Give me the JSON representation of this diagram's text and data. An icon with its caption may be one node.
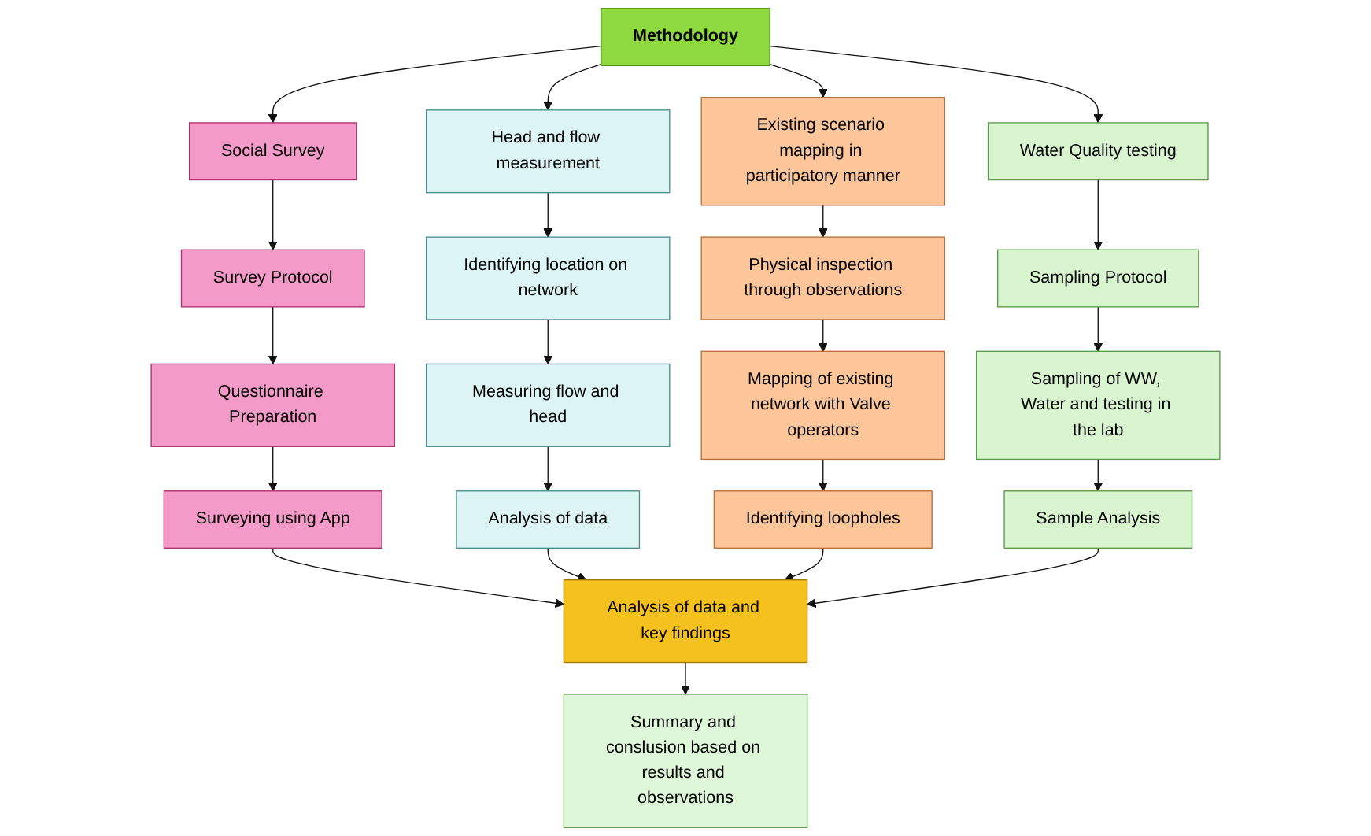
{
  "diagram": {
    "nodes": [
      {
        "text": [
          "Methodology"
        ]
      },
      {
        "text": [
          "Social Survey"
        ]
      },
      {
        "text": [
          "Head and flow measurement"
        ]
      },
      {
        "text": [
          "Existing scenario mapping in participatory manner"
        ]
      },
      {
        "text": [
          "Water Quality testing"
        ]
      },
      {
        "text": [
          "Survey Protocol"
        ]
      },
      {
        "text": [
          "Identifying location on network"
        ]
      },
      {
        "text": [
          "Physical inspection through observations"
        ]
      },
      {
        "text": [
          "Sampling Protocol"
        ]
      },
      {
        "text": [
          "Questionnaire Preparation"
        ]
      },
      {
        "text": [
          "Measuring flow and head"
        ]
      },
      {
        "text": [
          "Mapping of existing network with Valve operators"
        ]
      },
      {
        "text": [
          "Sampling of WW, Water and testing in the lab"
        ]
      },
      {
        "text": [
          "Surveying using App"
        ]
      },
      {
        "text": [
          "Analysis of data"
        ]
      },
      {
        "text": [
          "Identifying loopholes"
        ]
      },
      {
        "text": [
          "Sample Analysis"
        ]
      },
      {
        "text": [
          "Analysis of data and key findings"
        ]
      },
      {
        "text": [
          "Summary and conslusion based on results and observations"
        ]
      }
    ],
    "edges": [
      {
        "from": 0,
        "to": 1,
        "arrow": "to"
      },
      {
        "from": 0,
        "to": 2,
        "arrow": "to"
      },
      {
        "from": 0,
        "to": 3,
        "arrow": "to"
      },
      {
        "from": 0,
        "to": 4,
        "arrow": "to"
      },
      {
        "from": 1,
        "to": 5,
        "arrow": "to"
      },
      {
        "from": 2,
        "to": 6,
        "arrow": "to"
      },
      {
        "from": 3,
        "to": 7,
        "arrow": "to"
      },
      {
        "from": 4,
        "to": 8,
        "arrow": "to"
      },
      {
        "from": 5,
        "to": 9,
        "arrow": "to"
      },
      {
        "from": 6,
        "to": 10,
        "arrow": "to"
      },
      {
        "from": 7,
        "to": 11,
        "arrow": "to"
      },
      {
        "from": 8,
        "to": 12,
        "arrow": "to"
      },
      {
        "from": 9,
        "to": 13,
        "arrow": "to"
      },
      {
        "from": 10,
        "to": 14,
        "arrow": "to"
      },
      {
        "from": 11,
        "to": 15,
        "arrow": "to"
      },
      {
        "from": 12,
        "to": 16,
        "arrow": "to"
      },
      {
        "from": 13,
        "to": 17,
        "arrow": "to"
      },
      {
        "from": 14,
        "to": 17,
        "arrow": "to"
      },
      {
        "from": 15,
        "to": 17,
        "arrow": "to"
      },
      {
        "from": 16,
        "to": 17,
        "arrow": "to"
      },
      {
        "from": 17,
        "to": 18,
        "arrow": "to"
      }
    ]
  }
}
